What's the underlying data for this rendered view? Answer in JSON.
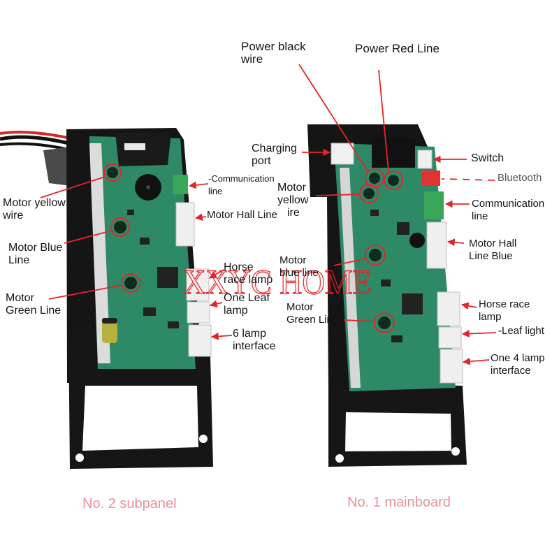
{
  "watermark": "XXYC HOME",
  "colors": {
    "callout": "#e3242b",
    "caption": "#e8929c",
    "board": "#2e8a66",
    "frame": "#151515"
  },
  "subpanel": {
    "caption": "No. 2 subpanel",
    "motor_yellow": [
      "Motor yellow",
      "wire"
    ],
    "motor_blue": [
      "Motor Blue",
      "Line"
    ],
    "motor_green": [
      "Motor",
      "Green Line"
    ],
    "communication": [
      "-Communication",
      "line"
    ],
    "motor_hall": "Motor Hall Line",
    "horse_race": [
      "Horse",
      "race lamp"
    ],
    "one_leaf": [
      "One Leaf",
      "lamp"
    ],
    "six_lamp": [
      "6 lamp",
      "interface"
    ]
  },
  "mainboard": {
    "caption": "No. 1 mainboard",
    "power_black": [
      "Power black",
      "wire"
    ],
    "power_red": "Power Red Line",
    "charging": [
      "Charging",
      "port"
    ],
    "motor_yellow": [
      "Motor",
      "yellow",
      "ire"
    ],
    "switch": "Switch",
    "bluetooth": "Bluetooth",
    "communication": [
      "Communication",
      "line"
    ],
    "motor_hall": [
      "Motor Hall",
      "Line Blue"
    ],
    "motor_blue": [
      "Motor",
      "blue line"
    ],
    "motor_green": [
      "Motor",
      "Green Line-"
    ],
    "horse_race": [
      "Horse race",
      "lamp"
    ],
    "leaf_light": "-Leaf light",
    "four_lamp": [
      "One 4 lamp",
      "interface"
    ]
  }
}
